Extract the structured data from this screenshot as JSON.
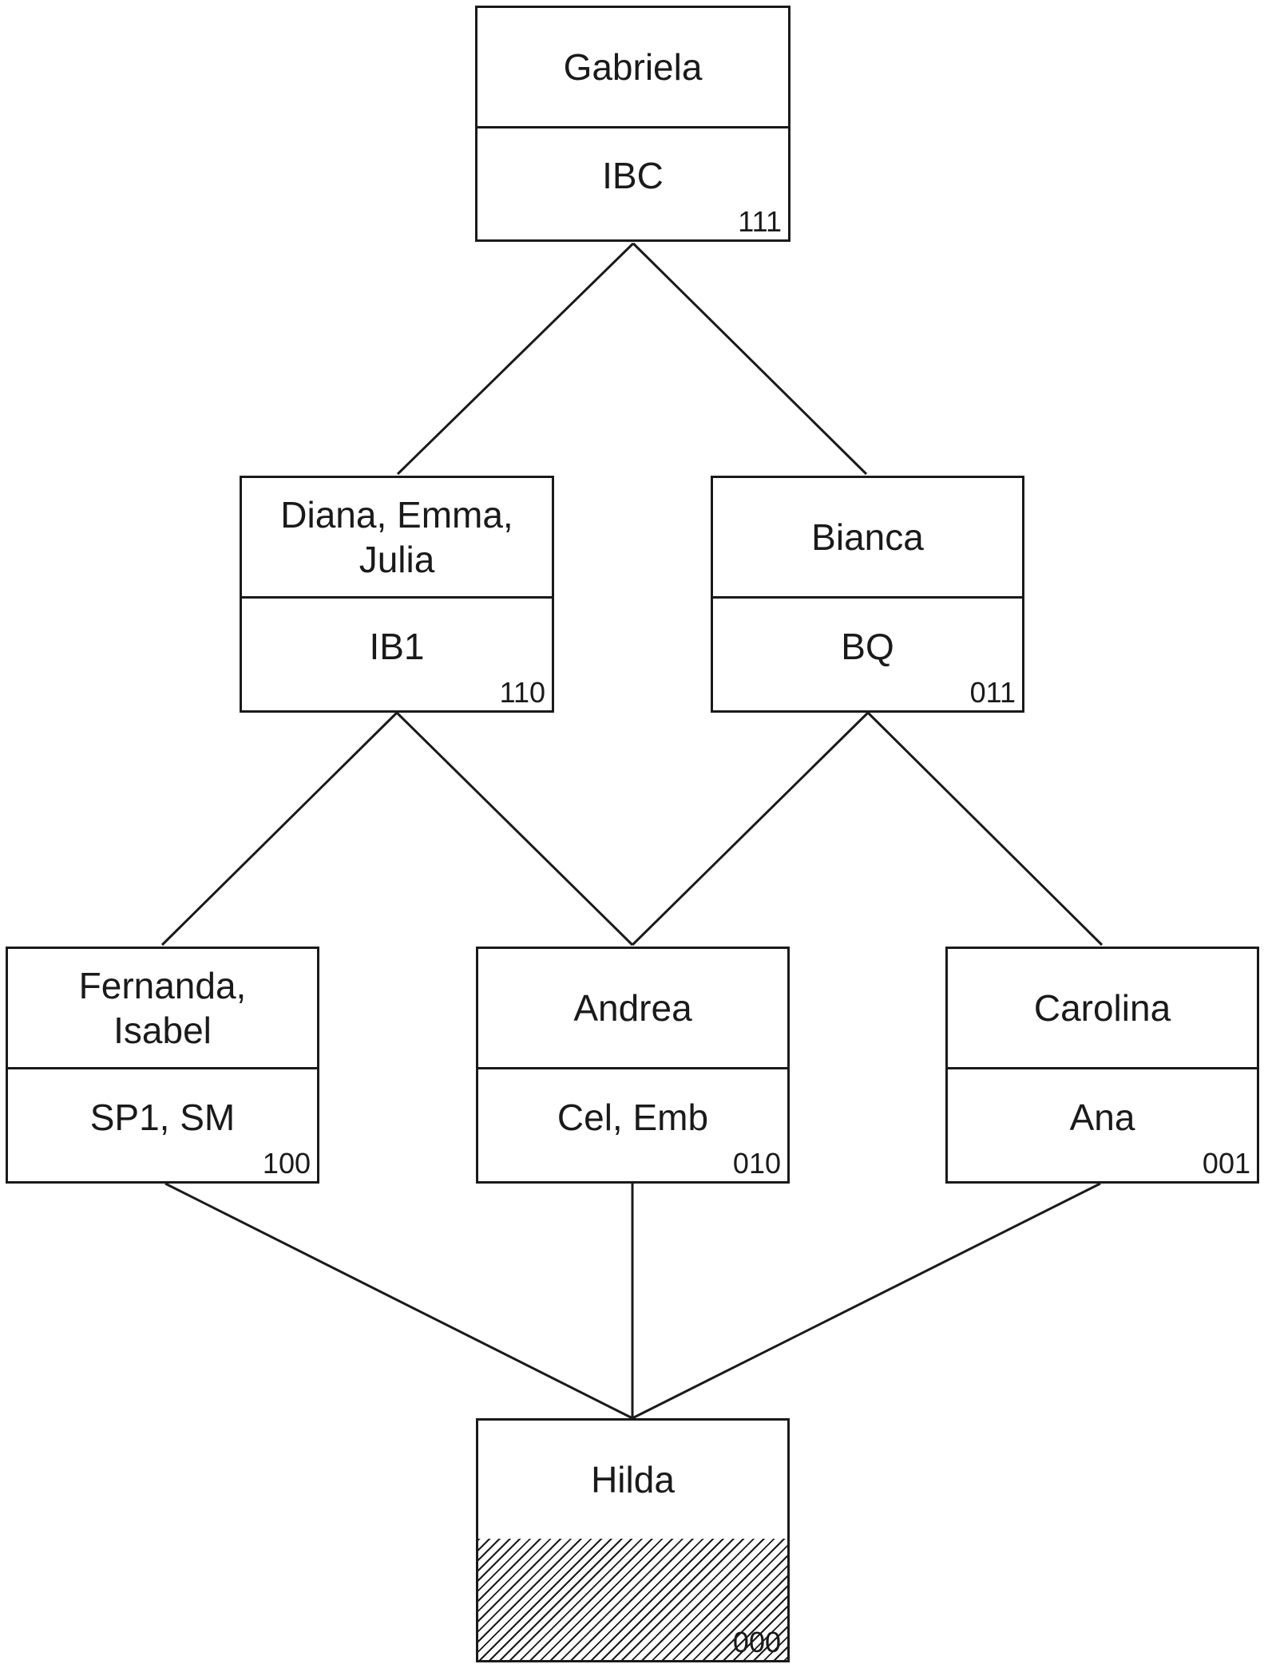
{
  "nodes": {
    "top": {
      "names": "Gabriela",
      "label": "IBC",
      "code": "111"
    },
    "left": {
      "names": "Diana, Emma, Julia",
      "label": "IB1",
      "code": "110"
    },
    "right": {
      "names": "Bianca",
      "label": "BQ",
      "code": "011"
    },
    "bottom_left": {
      "names": "Fernanda, Isabel",
      "label": "SP1, SM",
      "code": "100"
    },
    "bottom_center": {
      "names": "Andrea",
      "label": "Cel, Emb",
      "code": "010"
    },
    "bottom_right": {
      "names": "Carolina",
      "label": "Ana",
      "code": "001"
    },
    "bottom": {
      "names": "Hilda",
      "label": "",
      "code": "000"
    }
  },
  "edges": [
    [
      "top",
      "left"
    ],
    [
      "top",
      "right"
    ],
    [
      "left",
      "bottom_left"
    ],
    [
      "left",
      "bottom_center"
    ],
    [
      "right",
      "bottom_center"
    ],
    [
      "right",
      "bottom_right"
    ],
    [
      "bottom_left",
      "bottom"
    ],
    [
      "bottom_center",
      "bottom"
    ],
    [
      "bottom_right",
      "bottom"
    ]
  ],
  "colors": {
    "line": "#1a1a1a",
    "background": "#ffffff"
  }
}
